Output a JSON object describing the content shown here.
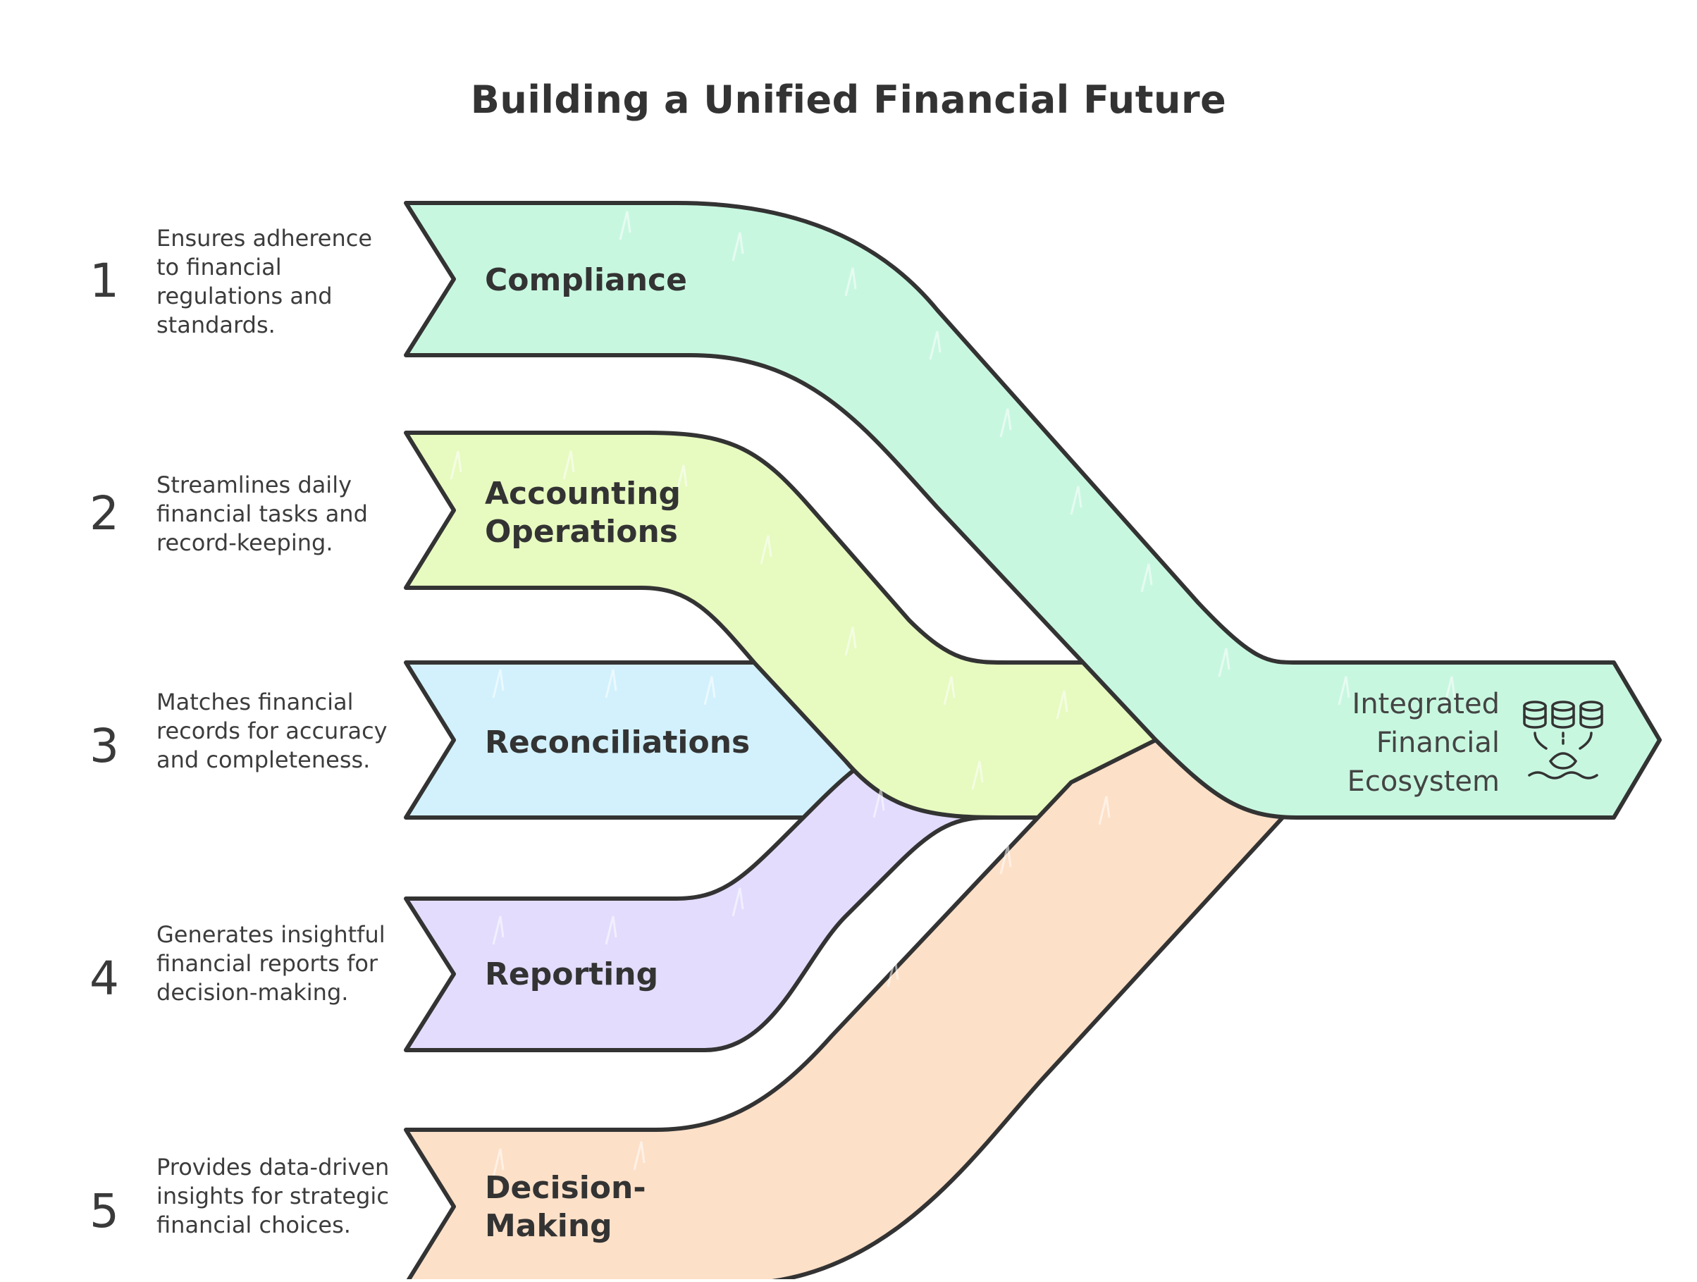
{
  "title": "Building a Unified Financial Future",
  "stages": [
    {
      "number": "1",
      "label_lines": [
        "Compliance"
      ],
      "description": "Ensures adherence to financial regulations and standards.",
      "color": "#c8f7e0"
    },
    {
      "number": "2",
      "label_lines": [
        "Accounting",
        "Operations"
      ],
      "description": "Streamlines daily financial tasks and record-keeping.",
      "color": "#e7fbc0"
    },
    {
      "number": "3",
      "label_lines": [
        "Reconciliations"
      ],
      "description": "Matches financial records for accuracy and completeness.",
      "color": "#d2f1fc"
    },
    {
      "number": "4",
      "label_lines": [
        "Reporting"
      ],
      "description": "Generates insightful financial reports for decision-making.",
      "color": "#e3dcfd"
    },
    {
      "number": "5",
      "label_lines": [
        "Decision-",
        "Making"
      ],
      "description": "Provides data-driven insights for strategic financial choices.",
      "color": "#fde0c8"
    }
  ],
  "output": {
    "label_lines": [
      "Integrated",
      "Financial",
      "Ecosystem"
    ],
    "color": "#c8f7e0",
    "icon": "database-network-icon"
  },
  "stroke_color": "#333333"
}
